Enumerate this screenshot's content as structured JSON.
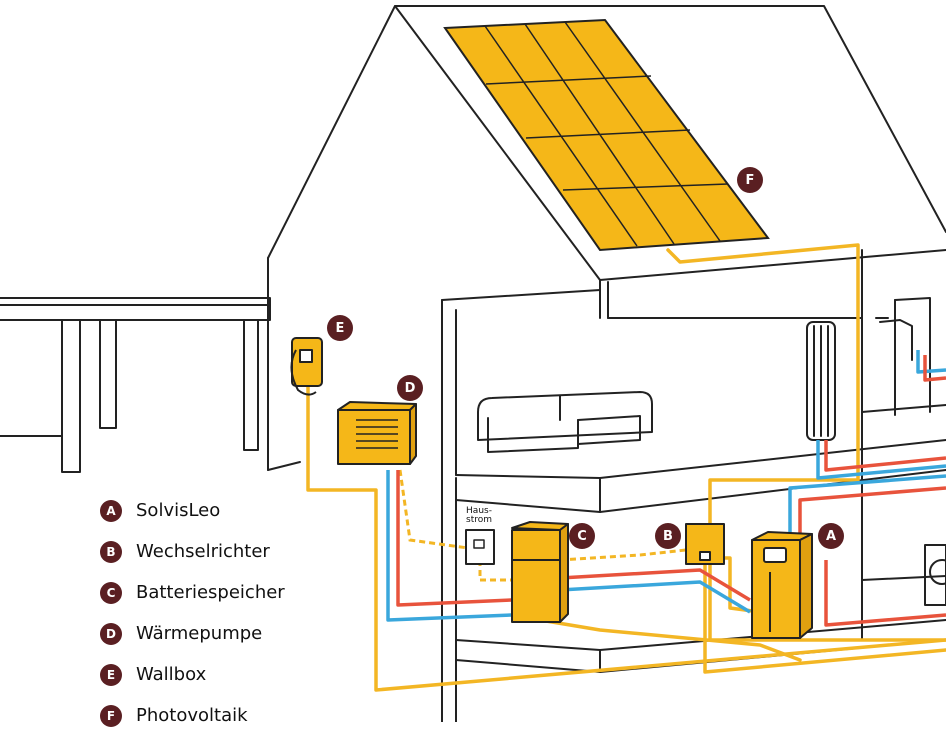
{
  "legend": {
    "items": [
      {
        "letter": "A",
        "label": "SolvisLeo"
      },
      {
        "letter": "B",
        "label": "Wechselrichter"
      },
      {
        "letter": "C",
        "label": "Batteriespeicher"
      },
      {
        "letter": "D",
        "label": "Wärmepumpe"
      },
      {
        "letter": "E",
        "label": "Wallbox"
      },
      {
        "letter": "F",
        "label": "Photovoltaik"
      }
    ]
  },
  "markers": {
    "a": "A",
    "b": "B",
    "c": "C",
    "d": "D",
    "e": "E",
    "f": "F"
  },
  "haus_label": {
    "line1": "Haus-",
    "line2": "strom"
  },
  "colors": {
    "line": "#222222",
    "solar": "#f5b718",
    "solar_dark": "#e0a010",
    "wire": "#f3b624",
    "hot_pipe": "#e8533c",
    "cold_pipe": "#3aa7dc",
    "badge": "#5a1f22"
  }
}
